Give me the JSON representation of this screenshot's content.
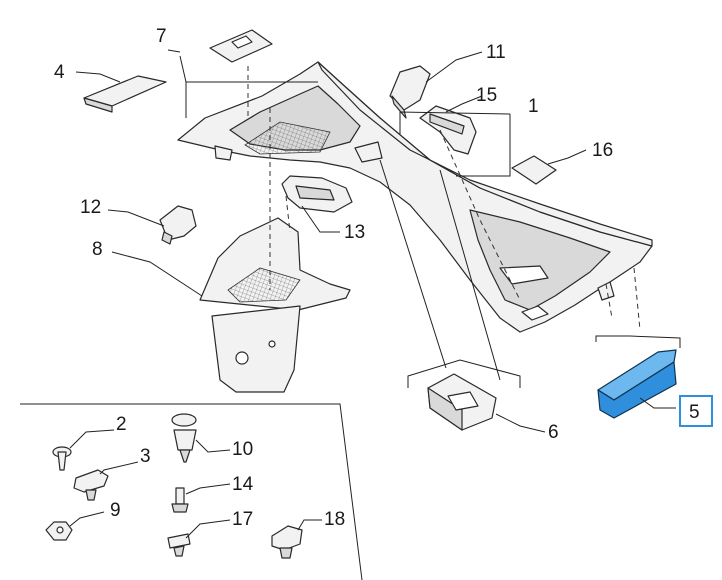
{
  "callouts": {
    "c1": "1",
    "c2": "2",
    "c3": "3",
    "c4": "4",
    "c5": "5",
    "c6": "6",
    "c7": "7",
    "c8": "8",
    "c9": "9",
    "c10": "10",
    "c11": "11",
    "c12": "12",
    "c13": "13",
    "c14": "14",
    "c15": "15",
    "c16": "16",
    "c17": "17",
    "c18": "18"
  },
  "highlighted_part": "5",
  "colors": {
    "highlight": "#2f8fdc",
    "highlight_light": "#6cb8ef",
    "line": "#222222"
  }
}
